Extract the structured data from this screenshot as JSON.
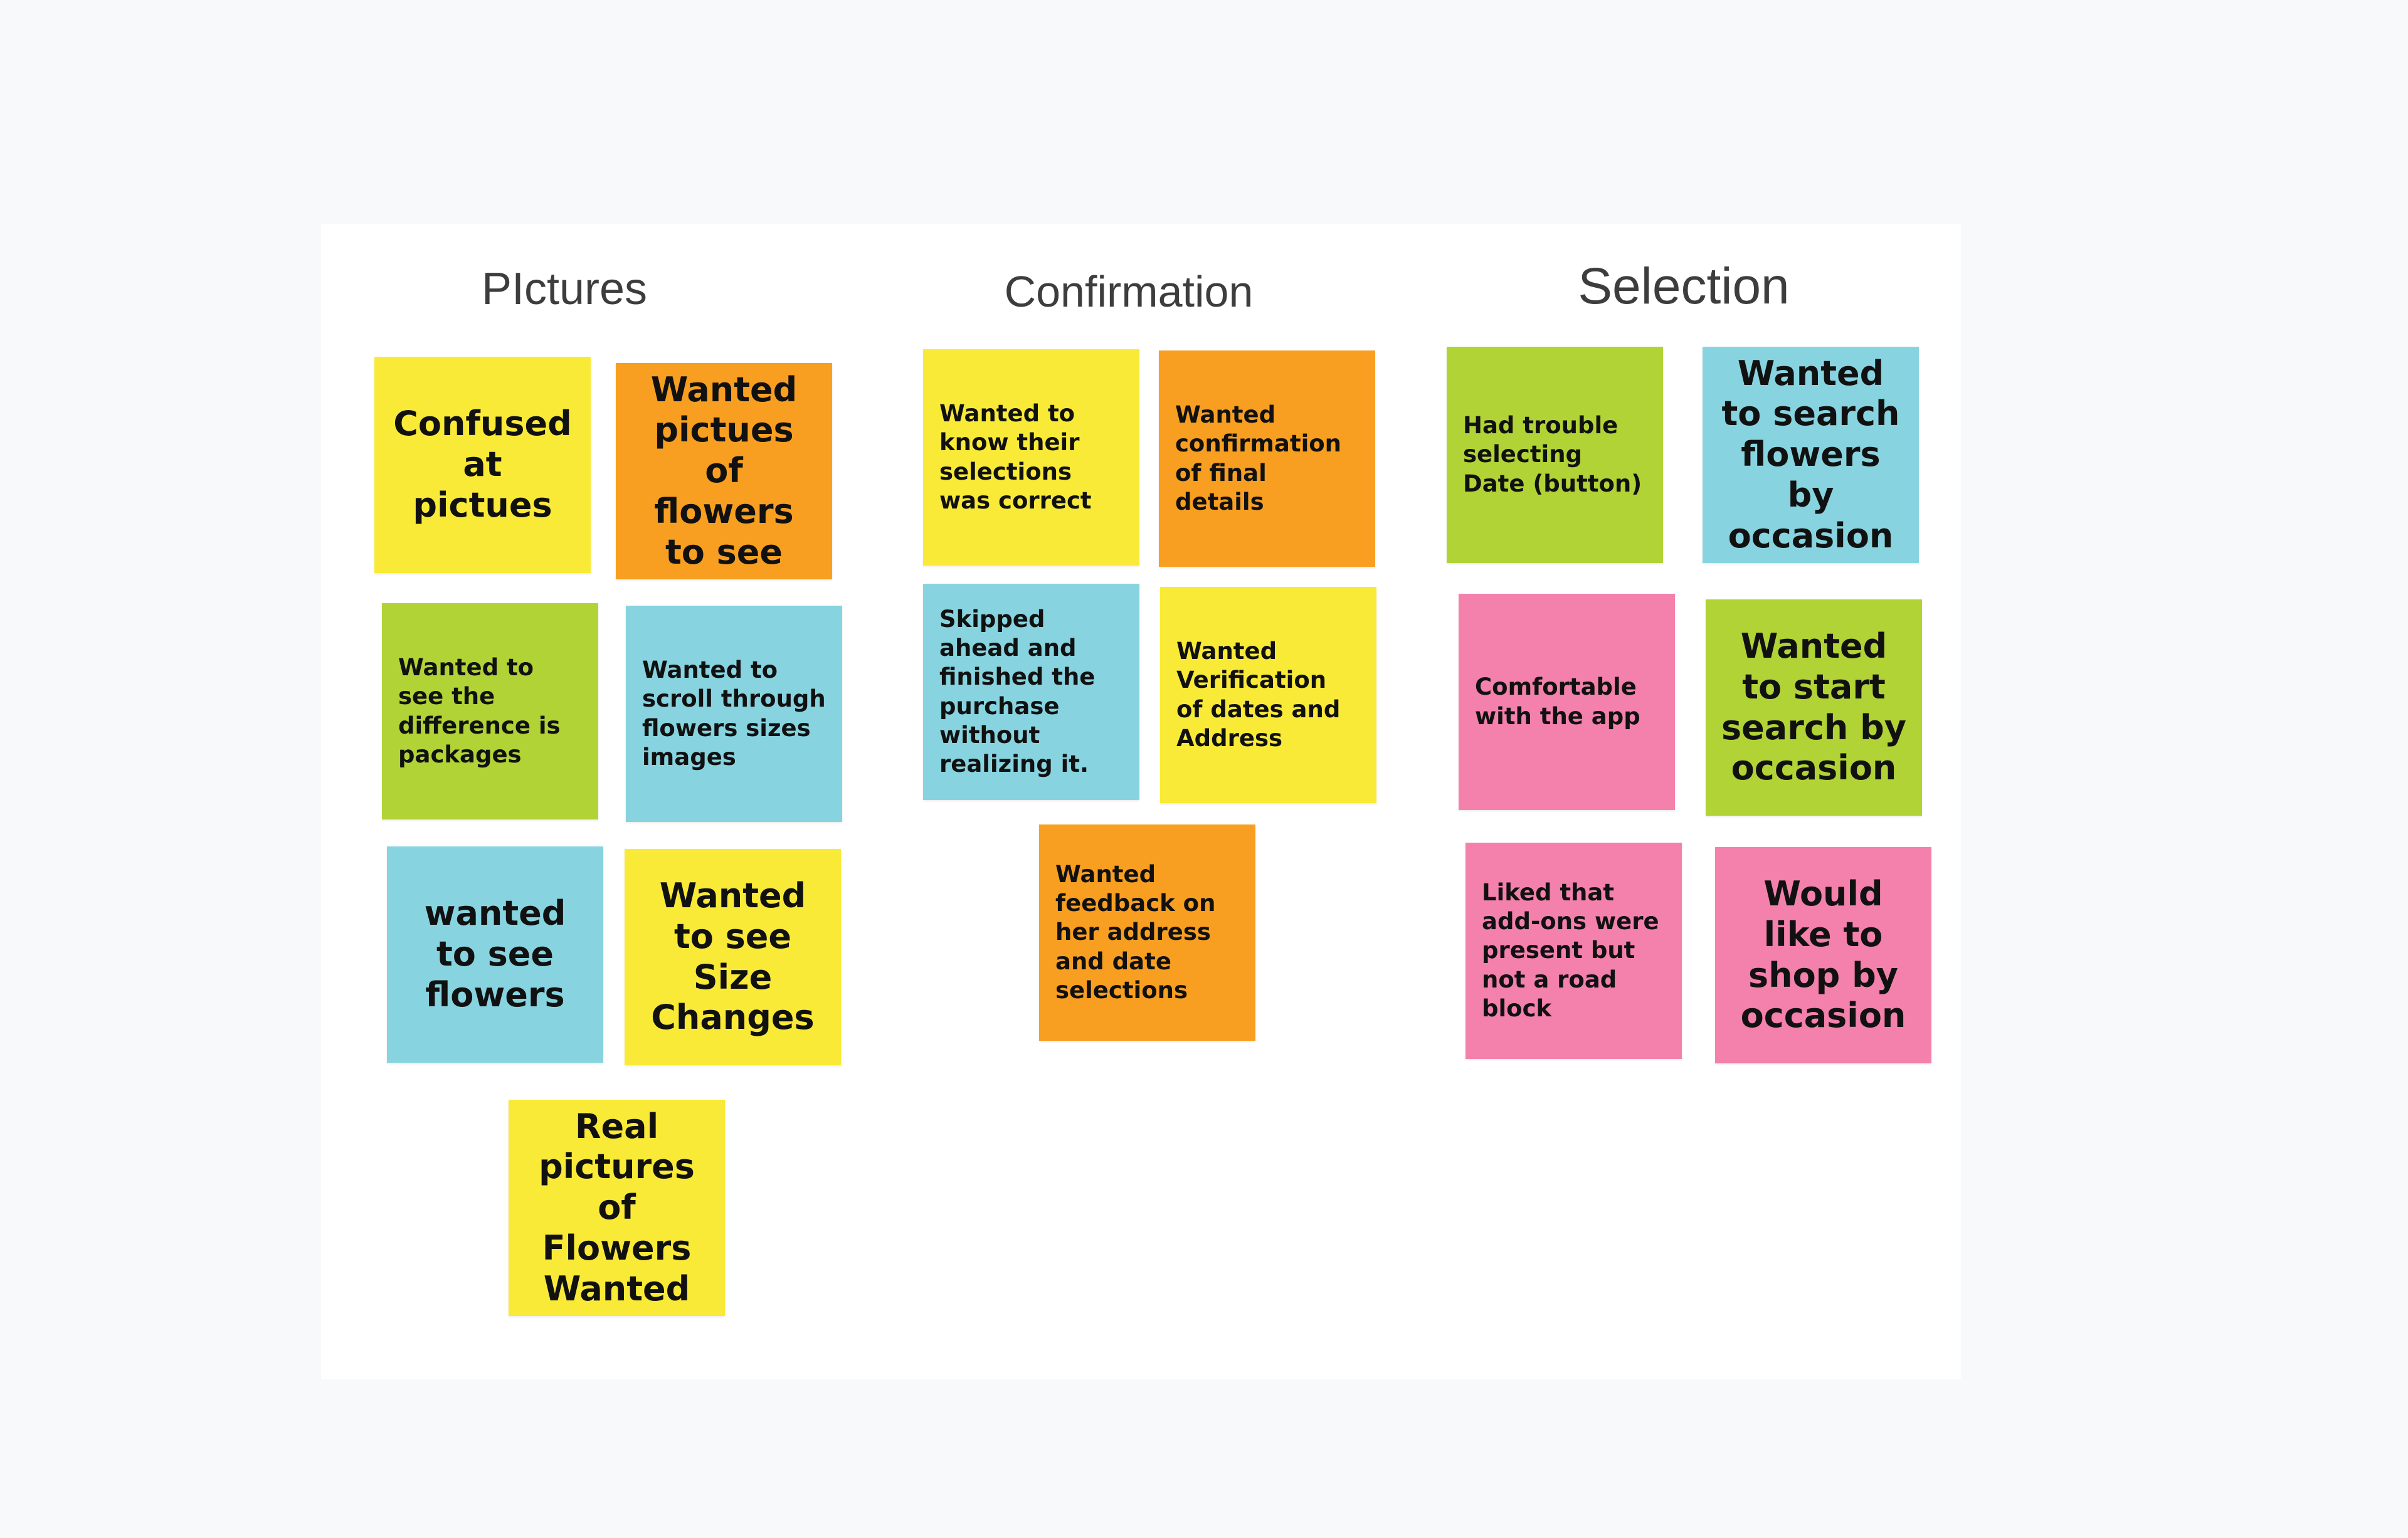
{
  "columns": [
    {
      "heading": "PIctures",
      "notes": [
        {
          "text": "Confused at pictues",
          "color": "#f9ea38"
        },
        {
          "text": "Wanted pictues of flowers to see",
          "color": "#f89f21"
        },
        {
          "text": "Wanted to see the difference is packages",
          "color": "#b1d336"
        },
        {
          "text": "Wanted to scroll through flowers sizes images",
          "color": "#87d4e0"
        },
        {
          "text": "wanted to see flowers",
          "color": "#87d4e0"
        },
        {
          "text": "Wanted to see Size Changes",
          "color": "#f9ea38"
        },
        {
          "text": "Real pictures of Flowers Wanted",
          "color": "#f9ea38"
        }
      ]
    },
    {
      "heading": "Confirmation",
      "notes": [
        {
          "text": "Wanted to know their selections was correct",
          "color": "#f9ea38"
        },
        {
          "text": "Wanted confirmation of final details",
          "color": "#f89f21"
        },
        {
          "text": "Skipped ahead and finished the purchase without realizing it.",
          "color": "#87d4e0"
        },
        {
          "text": "Wanted Verification of dates and Address",
          "color": "#f9ea38"
        },
        {
          "text": "Wanted feedback on her address and date selections",
          "color": "#f89f21"
        }
      ]
    },
    {
      "heading": "Selection",
      "notes": [
        {
          "text": "Had trouble selecting Date (button)",
          "color": "#b1d336"
        },
        {
          "text": "Wanted to search flowers by occasion",
          "color": "#87d4e0"
        },
        {
          "text": "Comfortable with the app",
          "color": "#f381ab"
        },
        {
          "text": "Wanted to start search by occasion",
          "color": "#b1d336"
        },
        {
          "text": "Liked that add-ons were present but not a road block",
          "color": "#f381ab"
        },
        {
          "text": "Would like to shop by occasion",
          "color": "#f381ab"
        }
      ]
    }
  ]
}
